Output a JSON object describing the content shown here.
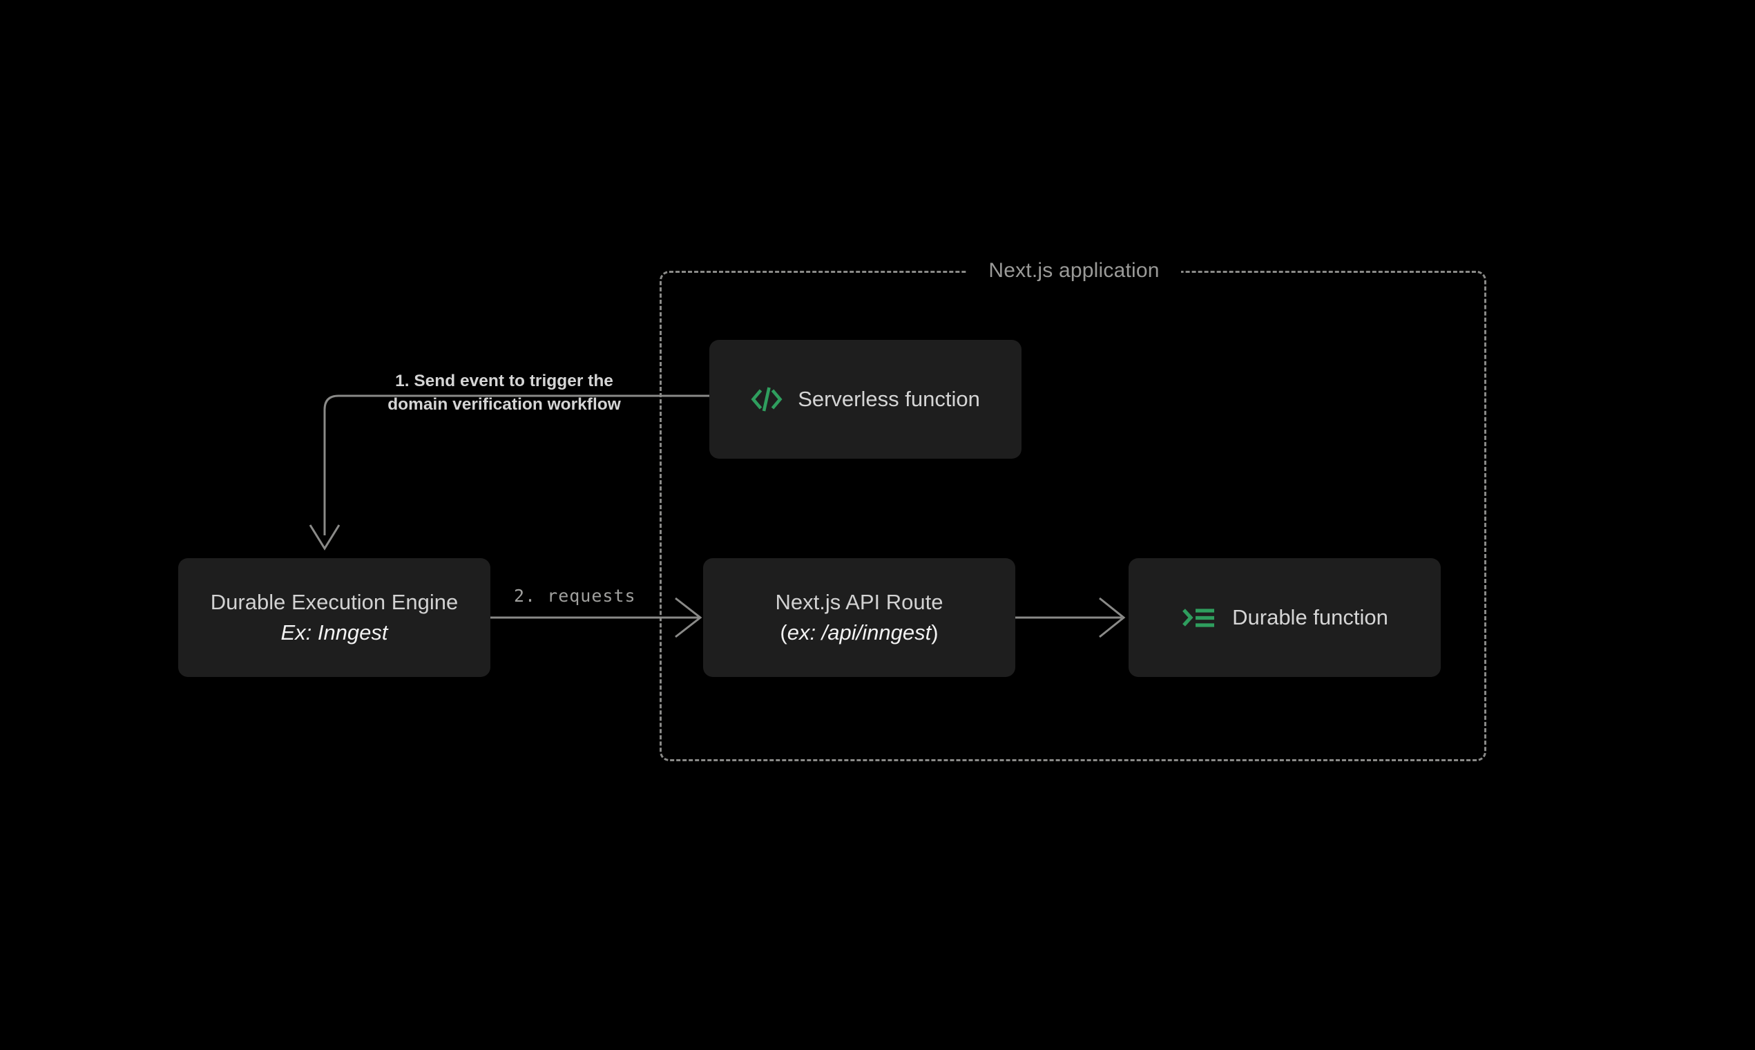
{
  "diagram": {
    "title": "Next.js application",
    "background_color": "#000000",
    "card_color": "#1e1e1e",
    "accent_color": "#2f9e5e",
    "text_color": "#d2d2d2",
    "border_color": "#8a8a88"
  },
  "cards": {
    "serverless": {
      "title": "Serverless function",
      "icon": "code-brackets-icon"
    },
    "engine": {
      "title": "Durable Execution Engine",
      "subtitle": "Ex: Inngest"
    },
    "api_route": {
      "title": "Next.js API Route",
      "subtitle_open": "(",
      "subtitle": "ex: /api/inngest",
      "subtitle_close": ")"
    },
    "durable_function": {
      "title": "Durable function",
      "icon": "terminal-prompt-icon"
    }
  },
  "edges": {
    "step1_line1": "1. Send event to trigger the",
    "step1_line2": "domain verification workflow",
    "step2": "2. requests"
  }
}
